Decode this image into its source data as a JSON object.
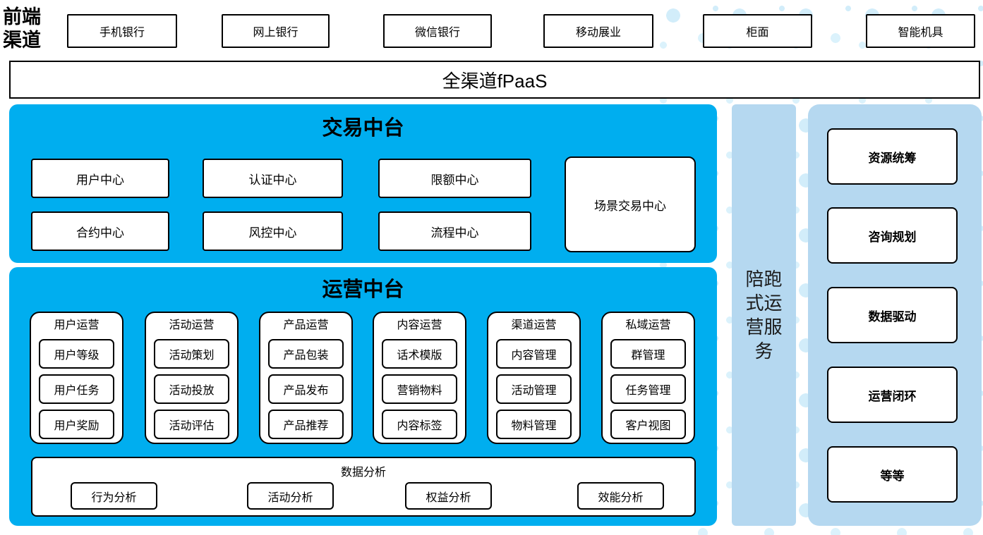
{
  "colors": {
    "accent_blue": "#00aeef",
    "panel_light_blue": "#b5d8f0",
    "dot_blue": "#d2edfa"
  },
  "front_channels": {
    "label": "前端渠道",
    "items": [
      "手机银行",
      "网上银行",
      "微信银行",
      "移动展业",
      "柜面",
      "智能机具"
    ]
  },
  "fpaas": {
    "label": "全渠道fPaaS"
  },
  "transaction_platform": {
    "title": "交易中台",
    "row1": [
      "用户中心",
      "认证中心",
      "限额中心"
    ],
    "row2": [
      "合约中心",
      "风控中心",
      "流程中心"
    ],
    "scene_center": "场景交易中心"
  },
  "operation_platform": {
    "title": "运营中台",
    "groups": [
      {
        "title": "用户运营",
        "items": [
          "用户等级",
          "用户任务",
          "用户奖励"
        ]
      },
      {
        "title": "活动运营",
        "items": [
          "活动策划",
          "活动投放",
          "活动评估"
        ]
      },
      {
        "title": "产品运营",
        "items": [
          "产品包装",
          "产品发布",
          "产品推荐"
        ]
      },
      {
        "title": "内容运营",
        "items": [
          "话术模版",
          "营销物料",
          "内容标签"
        ]
      },
      {
        "title": "渠道运营",
        "items": [
          "内容管理",
          "活动管理",
          "物料管理"
        ]
      },
      {
        "title": "私域运营",
        "items": [
          "群管理",
          "任务管理",
          "客户视图"
        ]
      }
    ],
    "data_analysis": {
      "title": "数据分析",
      "items": [
        "行为分析",
        "活动分析",
        "权益分析",
        "效能分析"
      ]
    }
  },
  "side_bar": {
    "label": "陪跑式运营服务"
  },
  "service_panel": {
    "items": [
      "资源统筹",
      "咨询规划",
      "数据驱动",
      "运营闭环",
      "等等"
    ]
  }
}
